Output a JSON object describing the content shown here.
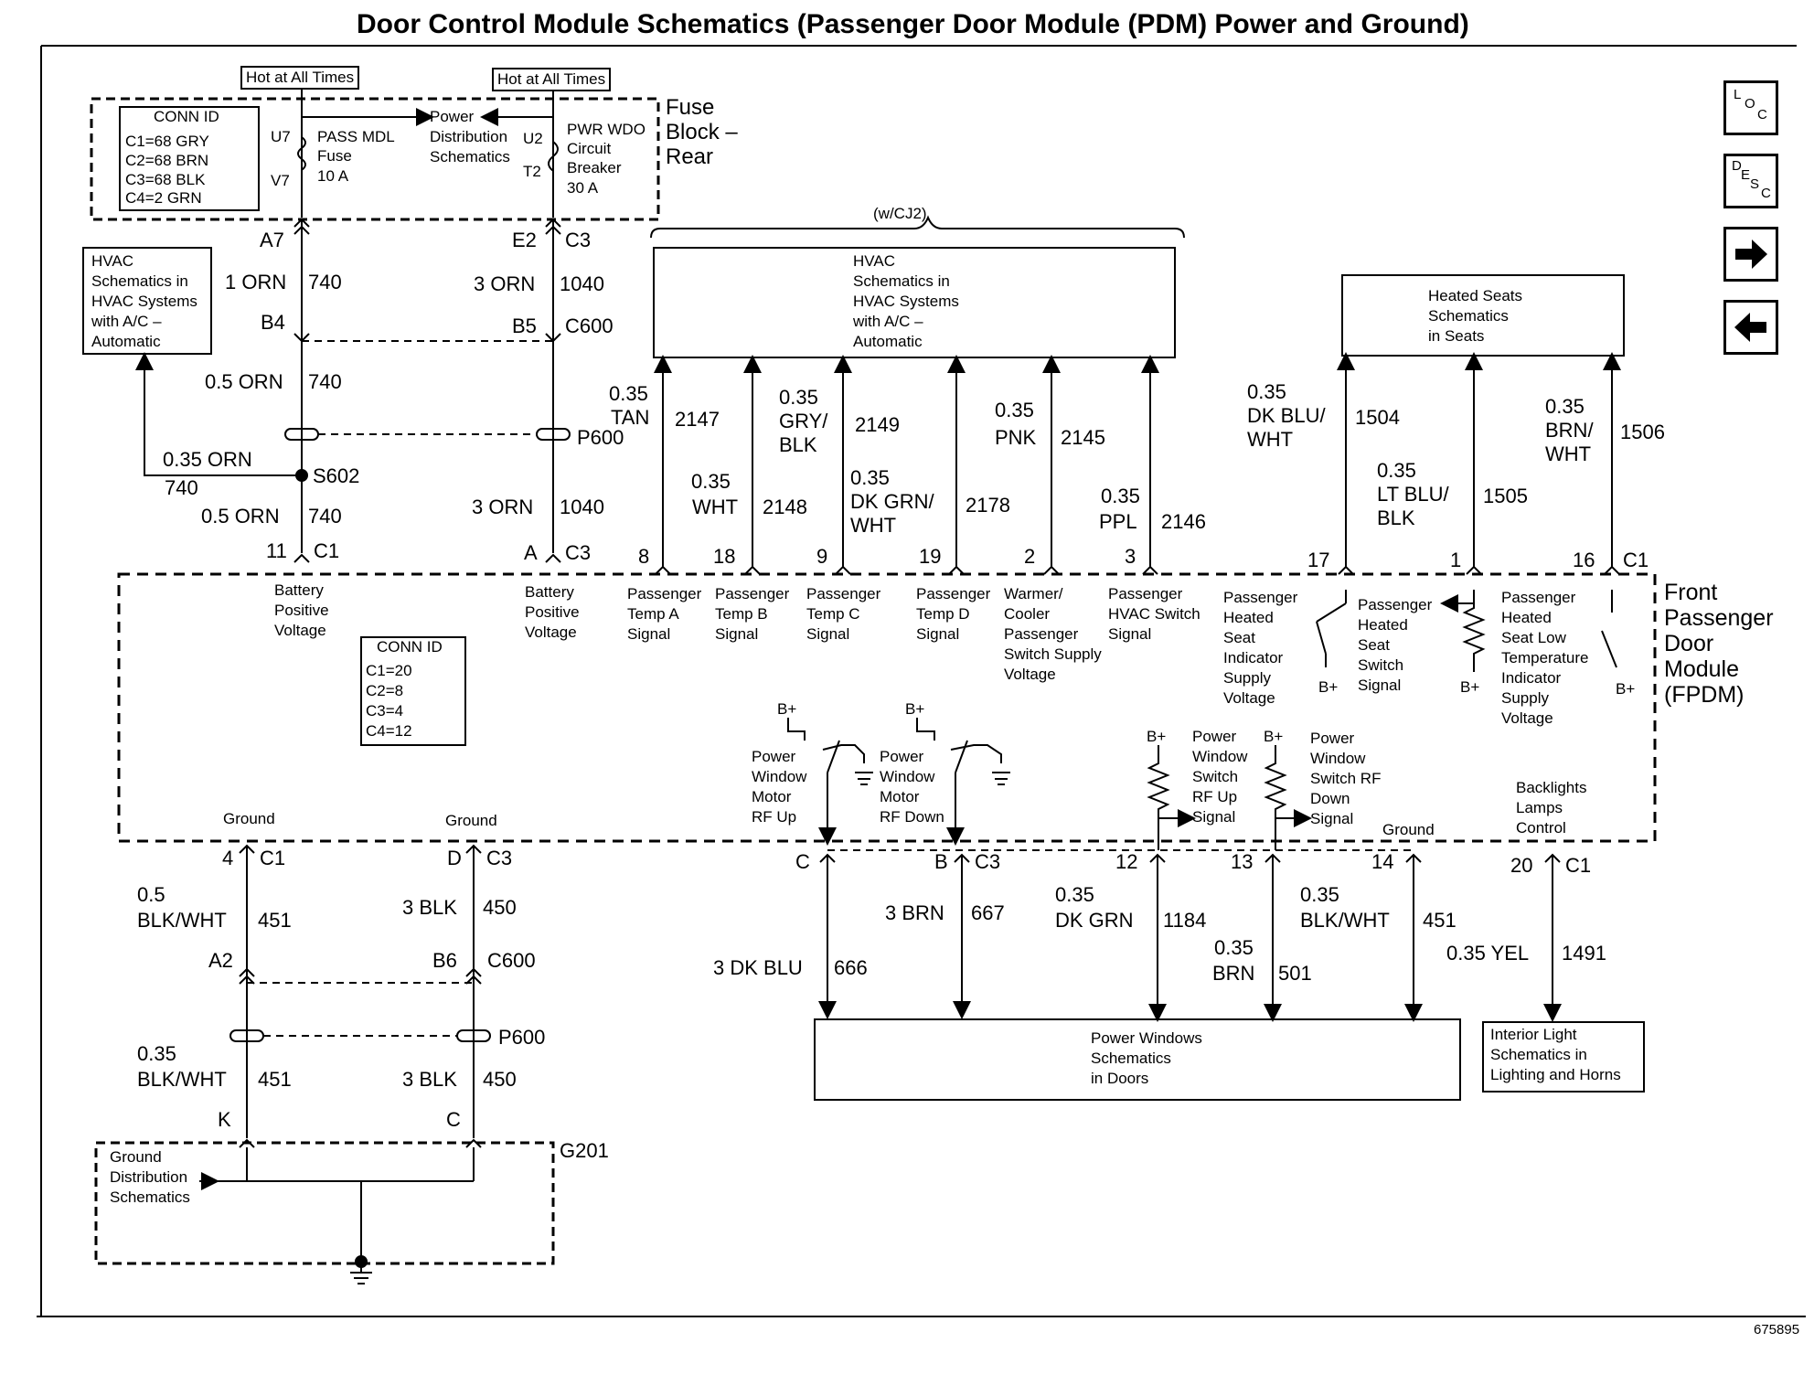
{
  "title": "Door Control Module Schematics (Passenger Door Module (PDM) Power and Ground)",
  "figure_id": "675895",
  "nav": {
    "loc": [
      "L",
      "O",
      "C"
    ],
    "desc": [
      "D",
      "E",
      "S",
      "C"
    ]
  },
  "fuse_block": {
    "name": [
      "Fuse",
      "Block –",
      "Rear"
    ],
    "hot_left": "Hot at All Times",
    "hot_right": "Hot at All Times",
    "conn_title": "CONN ID",
    "conn_lines": [
      "C1=68 GRY",
      "C2=68 BRN",
      "C3=68 BLK",
      "C4=2 GRN"
    ],
    "u7": "U7",
    "v7": "V7",
    "u2": "U2",
    "t2": "T2",
    "fuse_label": [
      "PASS MDL",
      "Fuse",
      "10 A"
    ],
    "power_dist": [
      "Power",
      "Distribution",
      "Schematics"
    ],
    "breaker_label": [
      "PWR WDO",
      "Circuit",
      "Breaker",
      "30 A"
    ]
  },
  "left_circuit": {
    "a7": "A7",
    "wire1": "1 ORN",
    "c1": "740",
    "b4": "B4",
    "wire2": "0.5 ORN",
    "c2": "740",
    "wire3": "0.35 ORN",
    "c3": "740",
    "s602": "S602",
    "wire4": "0.5 ORN",
    "c4": "740",
    "pin": "11",
    "conn": "C1",
    "hvac_box": [
      "HVAC",
      "Schematics in",
      "HVAC Systems",
      "with A/C –",
      "Automatic"
    ]
  },
  "mid_circuit": {
    "e2": "E2",
    "c3": "C3",
    "wire1": "3 ORN",
    "c1": "1040",
    "b5": "B5",
    "c600": "C600",
    "p600": "P600",
    "wire2": "3 ORN",
    "c2": "1040",
    "pin": "A",
    "conn": "C3"
  },
  "cj2": "(w/CJ2)",
  "hvac_top_box": [
    "HVAC",
    "Schematics in",
    "HVAC Systems",
    "with A/C –",
    "Automatic"
  ],
  "heated_box": [
    "Heated Seats",
    "Schematics",
    "in Seats"
  ],
  "hvac_wires": [
    {
      "gauge": "0.35",
      "color": "TAN",
      "num": "2147",
      "pin": "8"
    },
    {
      "gauge": "0.35",
      "color": "WHT",
      "num": "2148",
      "pin": "18"
    },
    {
      "gauge": "0.35",
      "color": "GRY/ BLK",
      "num": "2149",
      "pin": "9"
    },
    {
      "gauge": "0.35",
      "color": "DK GRN/ WHT",
      "num": "2178",
      "pin": "19"
    },
    {
      "gauge": "0.35",
      "color": "PNK",
      "num": "2145",
      "pin": "2"
    },
    {
      "gauge": "0.35",
      "color": "PPL",
      "num": "2146",
      "pin": "3"
    }
  ],
  "seat_wires": [
    {
      "gauge": "0.35",
      "color": "DK BLU/ WHT",
      "num": "1504",
      "pin": "17"
    },
    {
      "gauge": "0.35",
      "color": "LT BLU/ BLK",
      "num": "1505",
      "pin": "1"
    },
    {
      "gauge": "0.35",
      "color": "BRN/ WHT",
      "num": "1506",
      "pin": "16",
      "conn": "C1"
    }
  ],
  "module": {
    "name": [
      "Front",
      "Passenger",
      "Door",
      "Module",
      "(FPDM)"
    ],
    "batt1": [
      "Battery",
      "Positive",
      "Voltage"
    ],
    "batt2": [
      "Battery",
      "Positive",
      "Voltage"
    ],
    "conn_title": "CONN ID",
    "conn_lines": [
      "C1=20",
      "C2=8",
      "C3=4",
      "C4=12"
    ],
    "sig_a": [
      "Passenger",
      "Temp A",
      "Signal"
    ],
    "sig_b": [
      "Passenger",
      "Temp B",
      "Signal"
    ],
    "sig_c": [
      "Passenger",
      "Temp C",
      "Signal"
    ],
    "sig_d": [
      "Passenger",
      "Temp D",
      "Signal"
    ],
    "sig_wc": [
      "Warmer/",
      "Cooler",
      "Passenger",
      "Switch Supply",
      "Voltage"
    ],
    "sig_hvac": [
      "Passenger",
      "HVAC Switch",
      "Signal"
    ],
    "sig_hsi": [
      "Passenger",
      "Heated",
      "Seat",
      "Indicator",
      "Supply",
      "Voltage"
    ],
    "sig_hss": [
      "Passenger",
      "Heated",
      "Seat",
      "Switch",
      "Signal"
    ],
    "sig_hsl": [
      "Passenger",
      "Heated",
      "Seat Low",
      "Temperature",
      "Indicator",
      "Supply",
      "Voltage"
    ],
    "bplus": "B+",
    "pw_up": [
      "Power",
      "Window",
      "Motor",
      "RF Up"
    ],
    "pw_down": [
      "Power",
      "Window",
      "Motor",
      "RF Down"
    ],
    "sw_up": [
      "Power",
      "Window",
      "Switch",
      "RF Up",
      "Signal"
    ],
    "sw_down": [
      "Power",
      "Window",
      "Switch RF",
      "Down",
      "Signal"
    ],
    "backlights": [
      "Backlights",
      "Lamps",
      "Control"
    ],
    "ground": "Ground"
  },
  "bottom": {
    "pin4": "4",
    "c1": "C1",
    "pinD": "D",
    "c3": "C3",
    "w451a_g": "0.5",
    "w451a_c": "BLK/WHT",
    "w451a_n": "451",
    "w450a": "3 BLK",
    "w450a_n": "450",
    "a2": "A2",
    "b6": "B6",
    "c600": "C600",
    "p600": "P600",
    "w451b_g": "0.35",
    "w451b_c": "BLK/WHT",
    "w451b_n": "451",
    "w450b": "3 BLK",
    "w450b_n": "450",
    "k": "K",
    "c": "C",
    "g201": "G201",
    "gnd_dist": [
      "Ground",
      "Distribution",
      "Schematics"
    ],
    "pinC": "C",
    "pinB": "B",
    "connC3": "C3",
    "w666": "3 DK BLU",
    "n666": "666",
    "w667": "3 BRN",
    "n667": "667",
    "pin12": "12",
    "w1184g": "0.35",
    "w1184": "DK GRN",
    "n1184": "1184",
    "pin13": "13",
    "w501g": "0.35",
    "w501": "BRN",
    "n501": "501",
    "pin14": "14",
    "w451g": "0.35",
    "w451": "BLK/WHT",
    "n451": "451",
    "pin20": "20",
    "connC1": "C1",
    "w1491": "0.35 YEL",
    "n1491": "1491",
    "pw_box": [
      "Power Windows",
      "Schematics",
      "in Doors"
    ],
    "il_box": [
      "Interior Light",
      "Schematics in",
      "Lighting and Horns"
    ]
  }
}
